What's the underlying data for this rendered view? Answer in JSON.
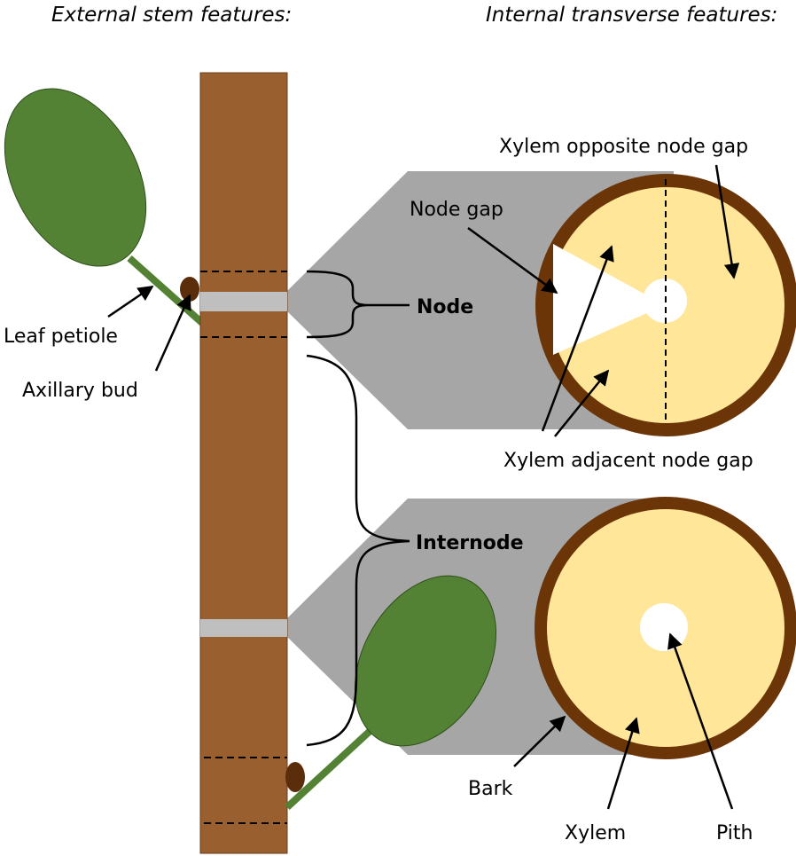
{
  "headers": {
    "external": "External stem features:",
    "internal": "Internal transverse features:"
  },
  "labels": {
    "leaf_petiole": "Leaf petiole",
    "axillary_bud": "Axillary bud",
    "node": "Node",
    "internode": "Internode",
    "node_gap": "Node gap",
    "xylem_opposite": "Xylem opposite node gap",
    "xylem_adjacent": "Xylem adjacent node gap",
    "bark": "Bark",
    "xylem": "Xylem",
    "pith": "Pith"
  },
  "colors": {
    "stem": "#9a5f2e",
    "leaf": "#548235",
    "bud": "#5c2d0a",
    "bark_ring": "#6b3508",
    "xylem": "#ffe699",
    "pith": "#ffffff",
    "projection": "#a6a6a6"
  }
}
